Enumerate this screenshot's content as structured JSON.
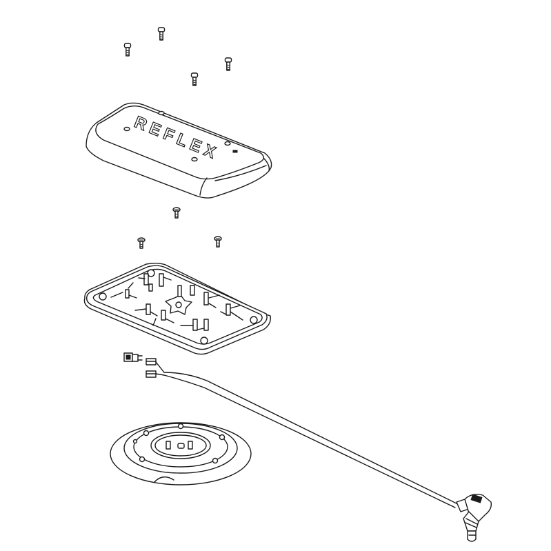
{
  "diagram": {
    "type": "exploded-assembly",
    "brand_lettering": "REFLEX",
    "parts": [
      "top-screw",
      "light-cover",
      "base-screw",
      "base-plate",
      "connector-plug",
      "power-cable",
      "magnetic-mount",
      "cigarette-lighter-plug"
    ]
  }
}
